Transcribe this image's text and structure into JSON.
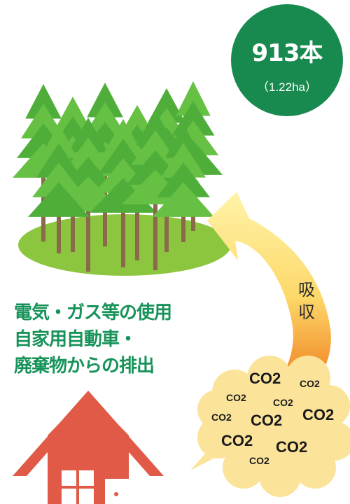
{
  "badge": {
    "count": "913本",
    "area": "（1.22ha）",
    "color": "#198a4f"
  },
  "arrow": {
    "label_lines": [
      "吸",
      "収"
    ]
  },
  "caption": {
    "lines": [
      "電気・ガス等の使用",
      "自家用自動車・",
      "廃棄物からの排出"
    ],
    "color": "#17935a"
  },
  "co2_label": "CO2",
  "colors": {
    "tree": "#5bb43a",
    "ground": "#8cc63f",
    "trunk": "#8a6a4a",
    "house": "#e05a47",
    "cloud": "#fbe39a",
    "arrow_top": "#fdeb95",
    "arrow_bottom": "#f08a24"
  }
}
